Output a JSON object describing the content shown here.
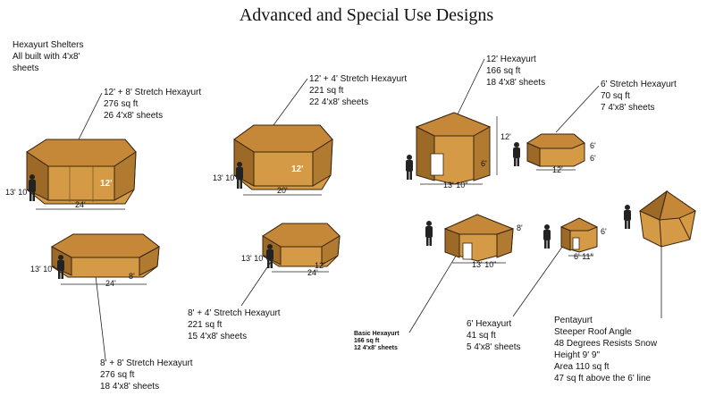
{
  "title": "Advanced and Special Use Designs",
  "intro": {
    "line1": "Hexayurt Shelters",
    "line2": "All built with 4'x8'",
    "line3": "sheets"
  },
  "designs": {
    "stretch12_8": {
      "name": "12' + 8' Stretch Hexayurt",
      "area": "276 sq ft",
      "sheets": "26 4'x8' sheets",
      "dim_height": "13' 10\"",
      "dim_long": "24'",
      "dim_side": "12'"
    },
    "stretch12_4": {
      "name": "12' + 4' Stretch Hexayurt",
      "area": "221 sq ft",
      "sheets": "22 4'x8' sheets",
      "dim_height": "13' 10\"",
      "dim_long": "20'",
      "dim_side": "12'"
    },
    "hex12": {
      "name": "12' Hexayurt",
      "area": "166 sq ft",
      "sheets": "18 4'x8' sheets",
      "dim_height": "12'",
      "dim_width": "13' 10\"",
      "dim_small": "6'"
    },
    "stretch6": {
      "name": "6' Stretch Hexayurt",
      "area": "70 sq ft",
      "sheets": "7 4'x8' sheets",
      "dim_height": "6'",
      "dim_long": "12'",
      "dim_small": "6'"
    },
    "stretch8_8": {
      "name": "8' + 8' Stretch Hexayurt",
      "area": "276 sq ft",
      "sheets": "18 4'x8' sheets",
      "dim_height": "13' 10\"",
      "dim_long": "24'",
      "dim_side": "8'"
    },
    "stretch8_4": {
      "name": "8' + 4' Stretch Hexayurt",
      "area": "221 sq ft",
      "sheets": "15 4'x8' sheets",
      "dim_height": "13' 10\"",
      "dim_long": "24'",
      "dim_side": "12'"
    },
    "basic": {
      "name": "Basic Hexayurt",
      "area": "166 sq ft",
      "sheets": "12 4'x8' sheets",
      "dim_height": "8'",
      "dim_width": "13' 10\""
    },
    "hex6": {
      "name": "6' Hexayurt",
      "area": "41 sq ft",
      "sheets": "5 4'x8' sheets",
      "dim_height": "6'",
      "dim_width": "6' 11\""
    },
    "pentayurt": {
      "name": "Pentayurt",
      "line1": "Steeper Roof Angle",
      "line2": "48 Degrees Resists Snow",
      "line3": "Height 9' 9\"",
      "line4": "Area 110 sq ft",
      "line5": "47 sq ft above the 6' line"
    }
  },
  "colors": {
    "wall": "#d49a45",
    "wall_dark": "#9c6a26",
    "roof": "#c58838",
    "roof_dark": "#7a4e1c",
    "edge": "#3a2410"
  }
}
